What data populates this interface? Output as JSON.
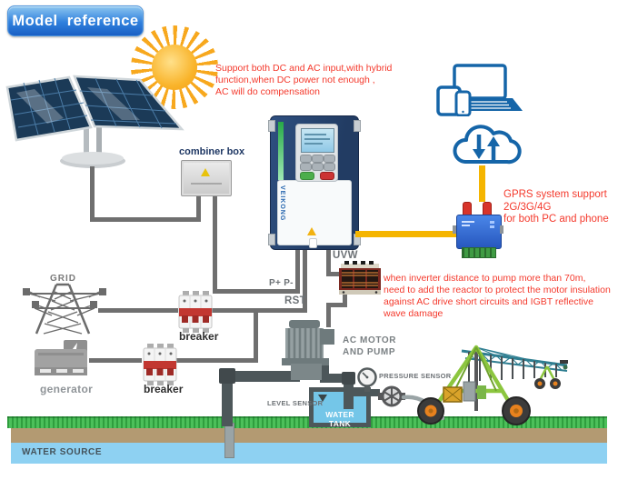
{
  "title": {
    "label": "Model  reference"
  },
  "notes": {
    "hybrid": {
      "line1": "Support both DC and AC input,with hybrid",
      "line2": "function,when DC power not enough ,",
      "line3": "AC will do compensation"
    },
    "gprs": {
      "line1": "GPRS system support",
      "line2": "2G/3G/4G",
      "line3": "for both PC and phone"
    },
    "reactor": {
      "line1": "when inverter distance to pump more than 70m,",
      "line2": "need to add the reactor to protect the motor insulation",
      "line3": " against AC drive short circuits and IGBT reflective",
      "line4": "wave damage"
    }
  },
  "labels": {
    "combiner_box": "combiner box",
    "grid": "GRID",
    "generator": "generator",
    "breaker_grid": "breaker",
    "breaker_generator": "breaker",
    "dc_bus": "P+ P-",
    "ac_input": "RST",
    "ac_output": "UVW",
    "motor_line1": "AC MOTOR",
    "motor_line2": "AND PUMP",
    "level_sensor": "LEVEL SENSOR",
    "pressure_sensor": "PRESSURE SENSOR",
    "water_tank": "WATER TANK",
    "water_source": "WATER SOURCE"
  },
  "inverter": {
    "brand": "VEIKONG"
  },
  "colors": {
    "annotation_red": "#f4392c",
    "title_blue": "#2f80dd",
    "wire_gray": "#6f6f6f",
    "pipe_dark": "#4d575a",
    "connector_yellow": "#f5b500",
    "device_blue": "#1565a8",
    "label_navy": "#1f3864",
    "label_gray": "#6d7276",
    "inverter_navy": "#27416b",
    "inverter_green_stripe": "#27a847",
    "gprs_blue": "#2e6fd6",
    "antenna_red": "#d7342a",
    "breaker_red": "#c23731",
    "sun_orange": "#f7a81e",
    "panel_blue": "#18344f",
    "grass_green": "#3db04a",
    "soil_tan": "#b39a72",
    "water_blue": "#8ed1f2",
    "tank_water": "#74c6e8",
    "machine_green": "#8cc63f"
  }
}
